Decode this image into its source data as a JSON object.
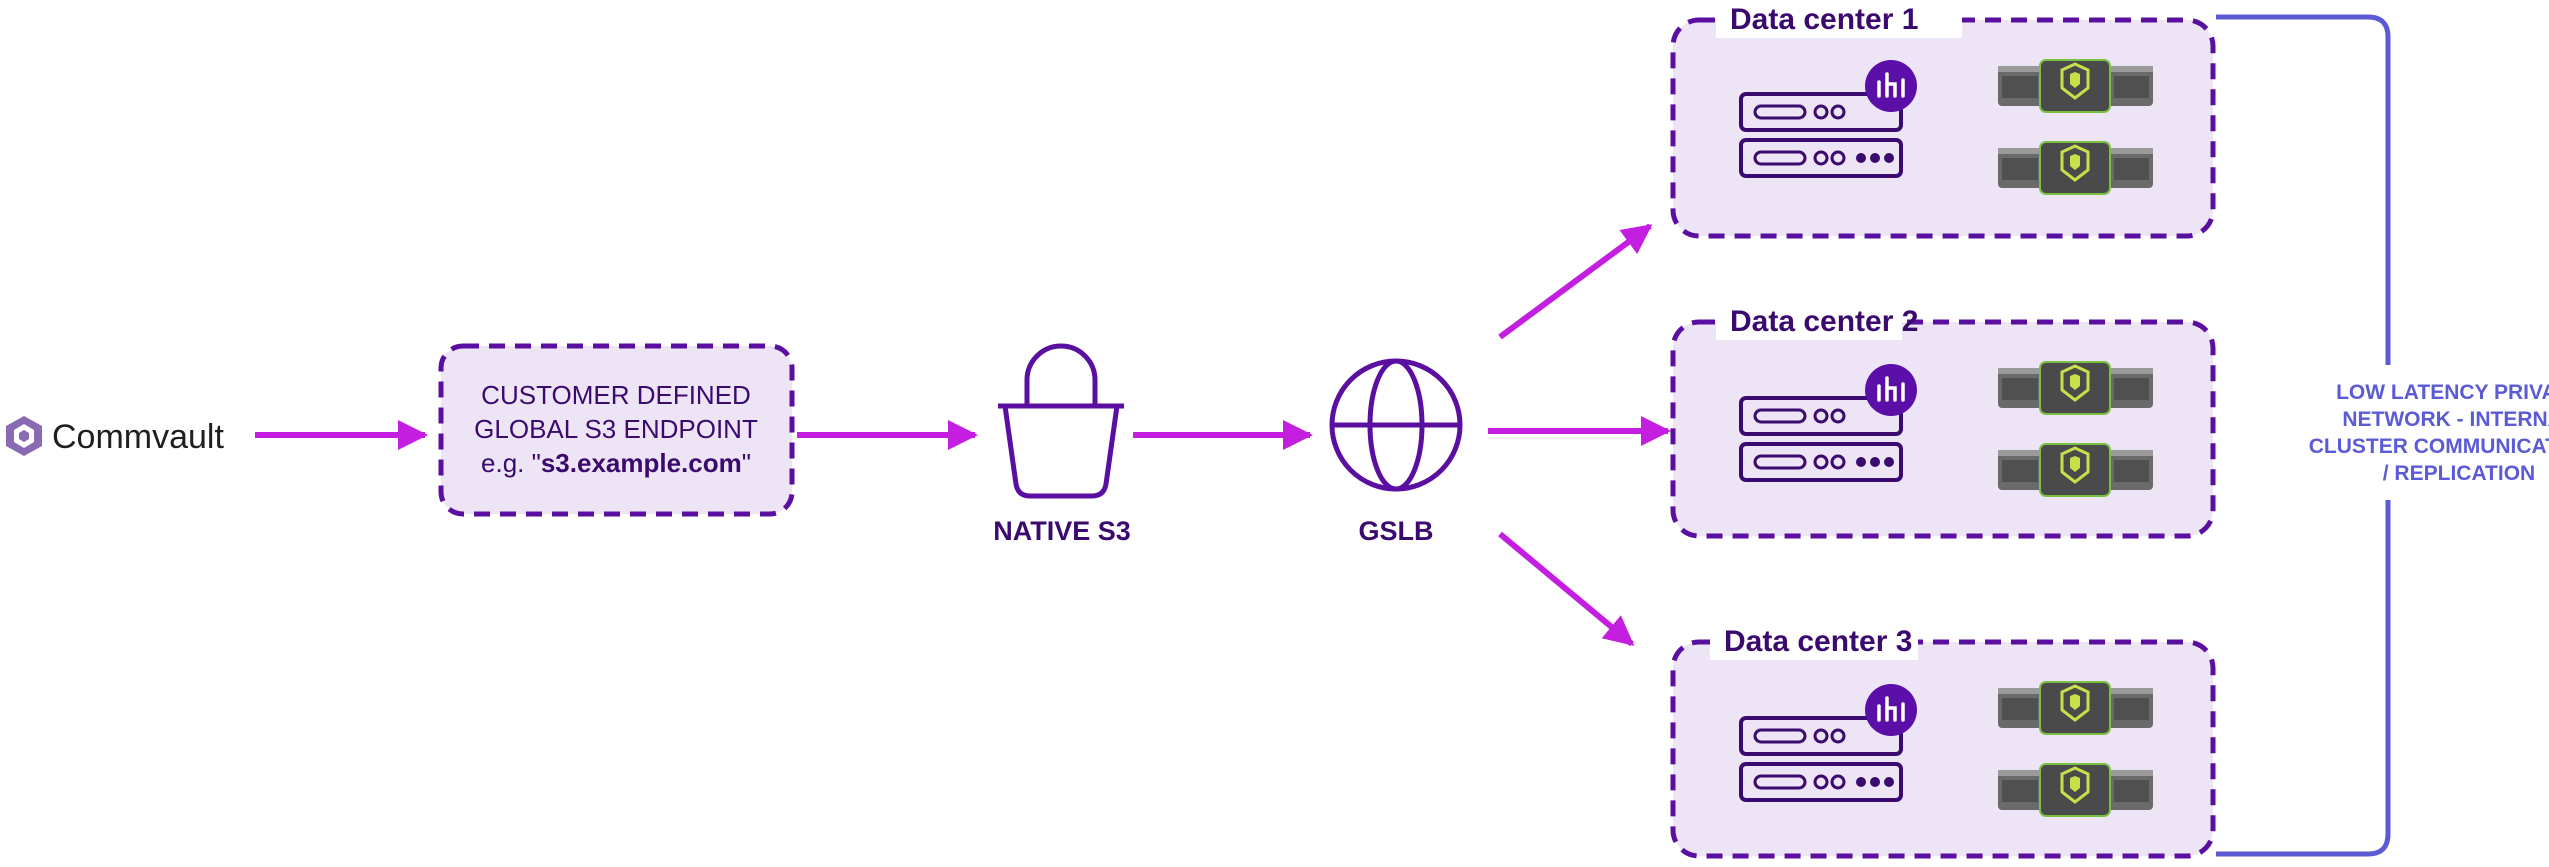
{
  "brand": {
    "name": "Commvault"
  },
  "endpoint": {
    "line1": "CUSTOMER DEFINED",
    "line2": "GLOBAL S3 ENDPOINT",
    "line3_prefix": "e.g. \"",
    "line3_bold": "s3.example.com",
    "line3_suffix": "\""
  },
  "native_s3": {
    "label": "NATIVE S3"
  },
  "gslb": {
    "label": "GSLB"
  },
  "data_centers": [
    {
      "title": "Data center 1"
    },
    {
      "title": "Data center 2"
    },
    {
      "title": "Data center 3"
    }
  ],
  "network_note": {
    "line1": "LOW LATENCY PRIVATE",
    "line2": "NETWORK - INTERNAL",
    "line3": "CLUSTER COMMUNICATIONS",
    "line4": "/ REPLICATION"
  },
  "colors": {
    "arrow": "#c41fe0",
    "dark_purple": "#3b0a6e",
    "box_fill": "#ede4f5",
    "dashed_stroke": "#5a0fa0",
    "network_line": "#5b5bd6"
  }
}
